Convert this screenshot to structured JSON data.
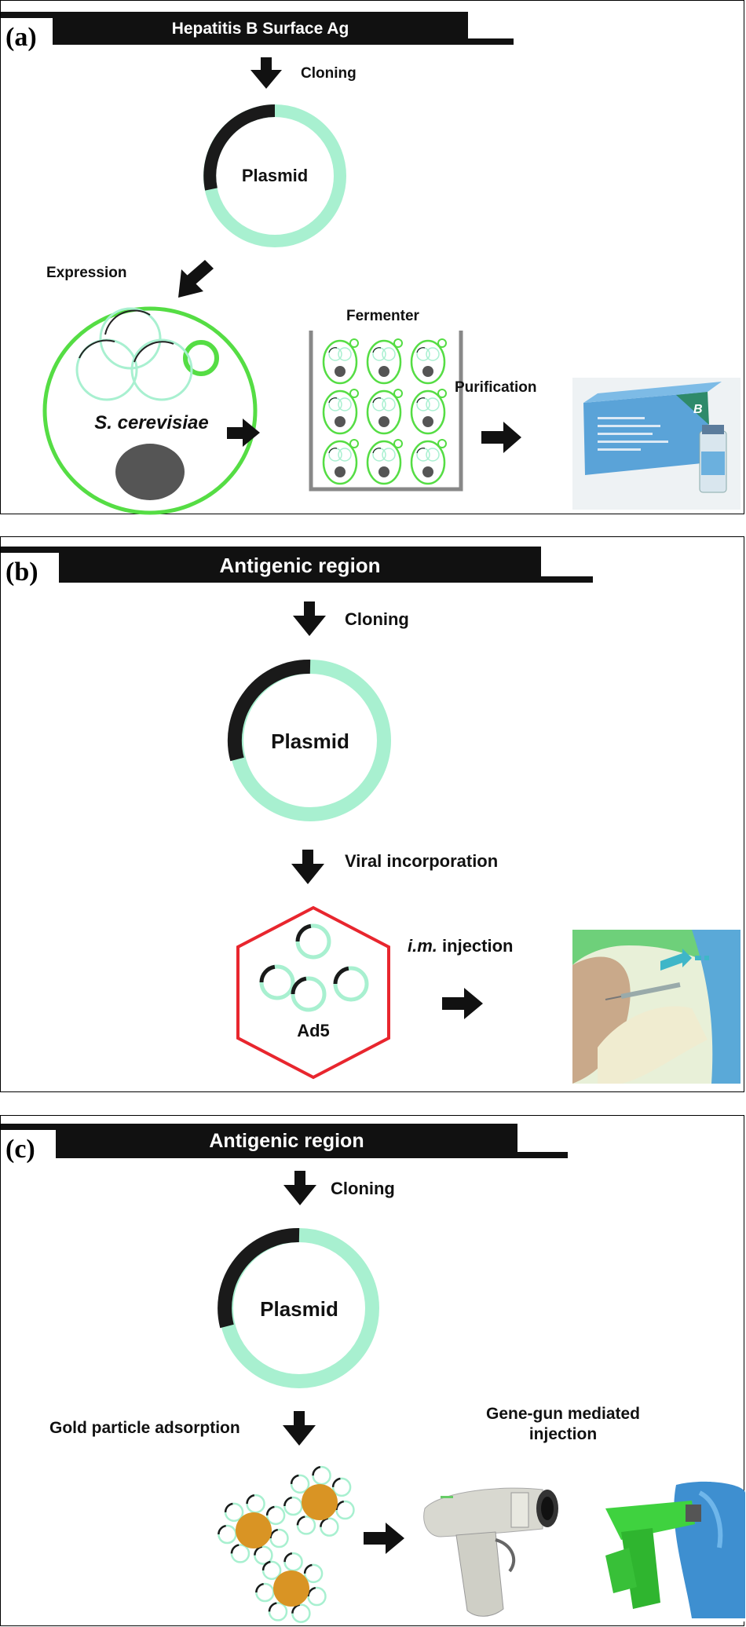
{
  "panels": [
    {
      "letter": "(a)",
      "gene": "Hepatitis B Surface Ag",
      "step1": "Cloning",
      "plasmid": "Plasmid",
      "step2": "Expression",
      "host": "S. cerevisiae",
      "fermenter": "Fermenter",
      "step3": "Purification",
      "vial_letter": "B"
    },
    {
      "letter": "(b)",
      "gene": "Antigenic region",
      "step1": "Cloning",
      "plasmid": "Plasmid",
      "step2": "Viral incorporation",
      "vector": "Ad5",
      "injection_route": "i.m.",
      "injection_word": "injection"
    },
    {
      "letter": "(c)",
      "gene": "Antigenic region",
      "step1": "Cloning",
      "plasmid": "Plasmid",
      "step2": "Gold particle adsorption",
      "gun_line1": "Gene-gun mediated",
      "gun_line2": "injection"
    }
  ],
  "colors": {
    "plasmid_mint": "#a8f0d0",
    "insert_black": "#1a1a1a",
    "yeast_green": "#55dd44",
    "capsid_red": "#e8262e",
    "gold": "#d99424",
    "vial_blue": "#5aa3d8"
  }
}
